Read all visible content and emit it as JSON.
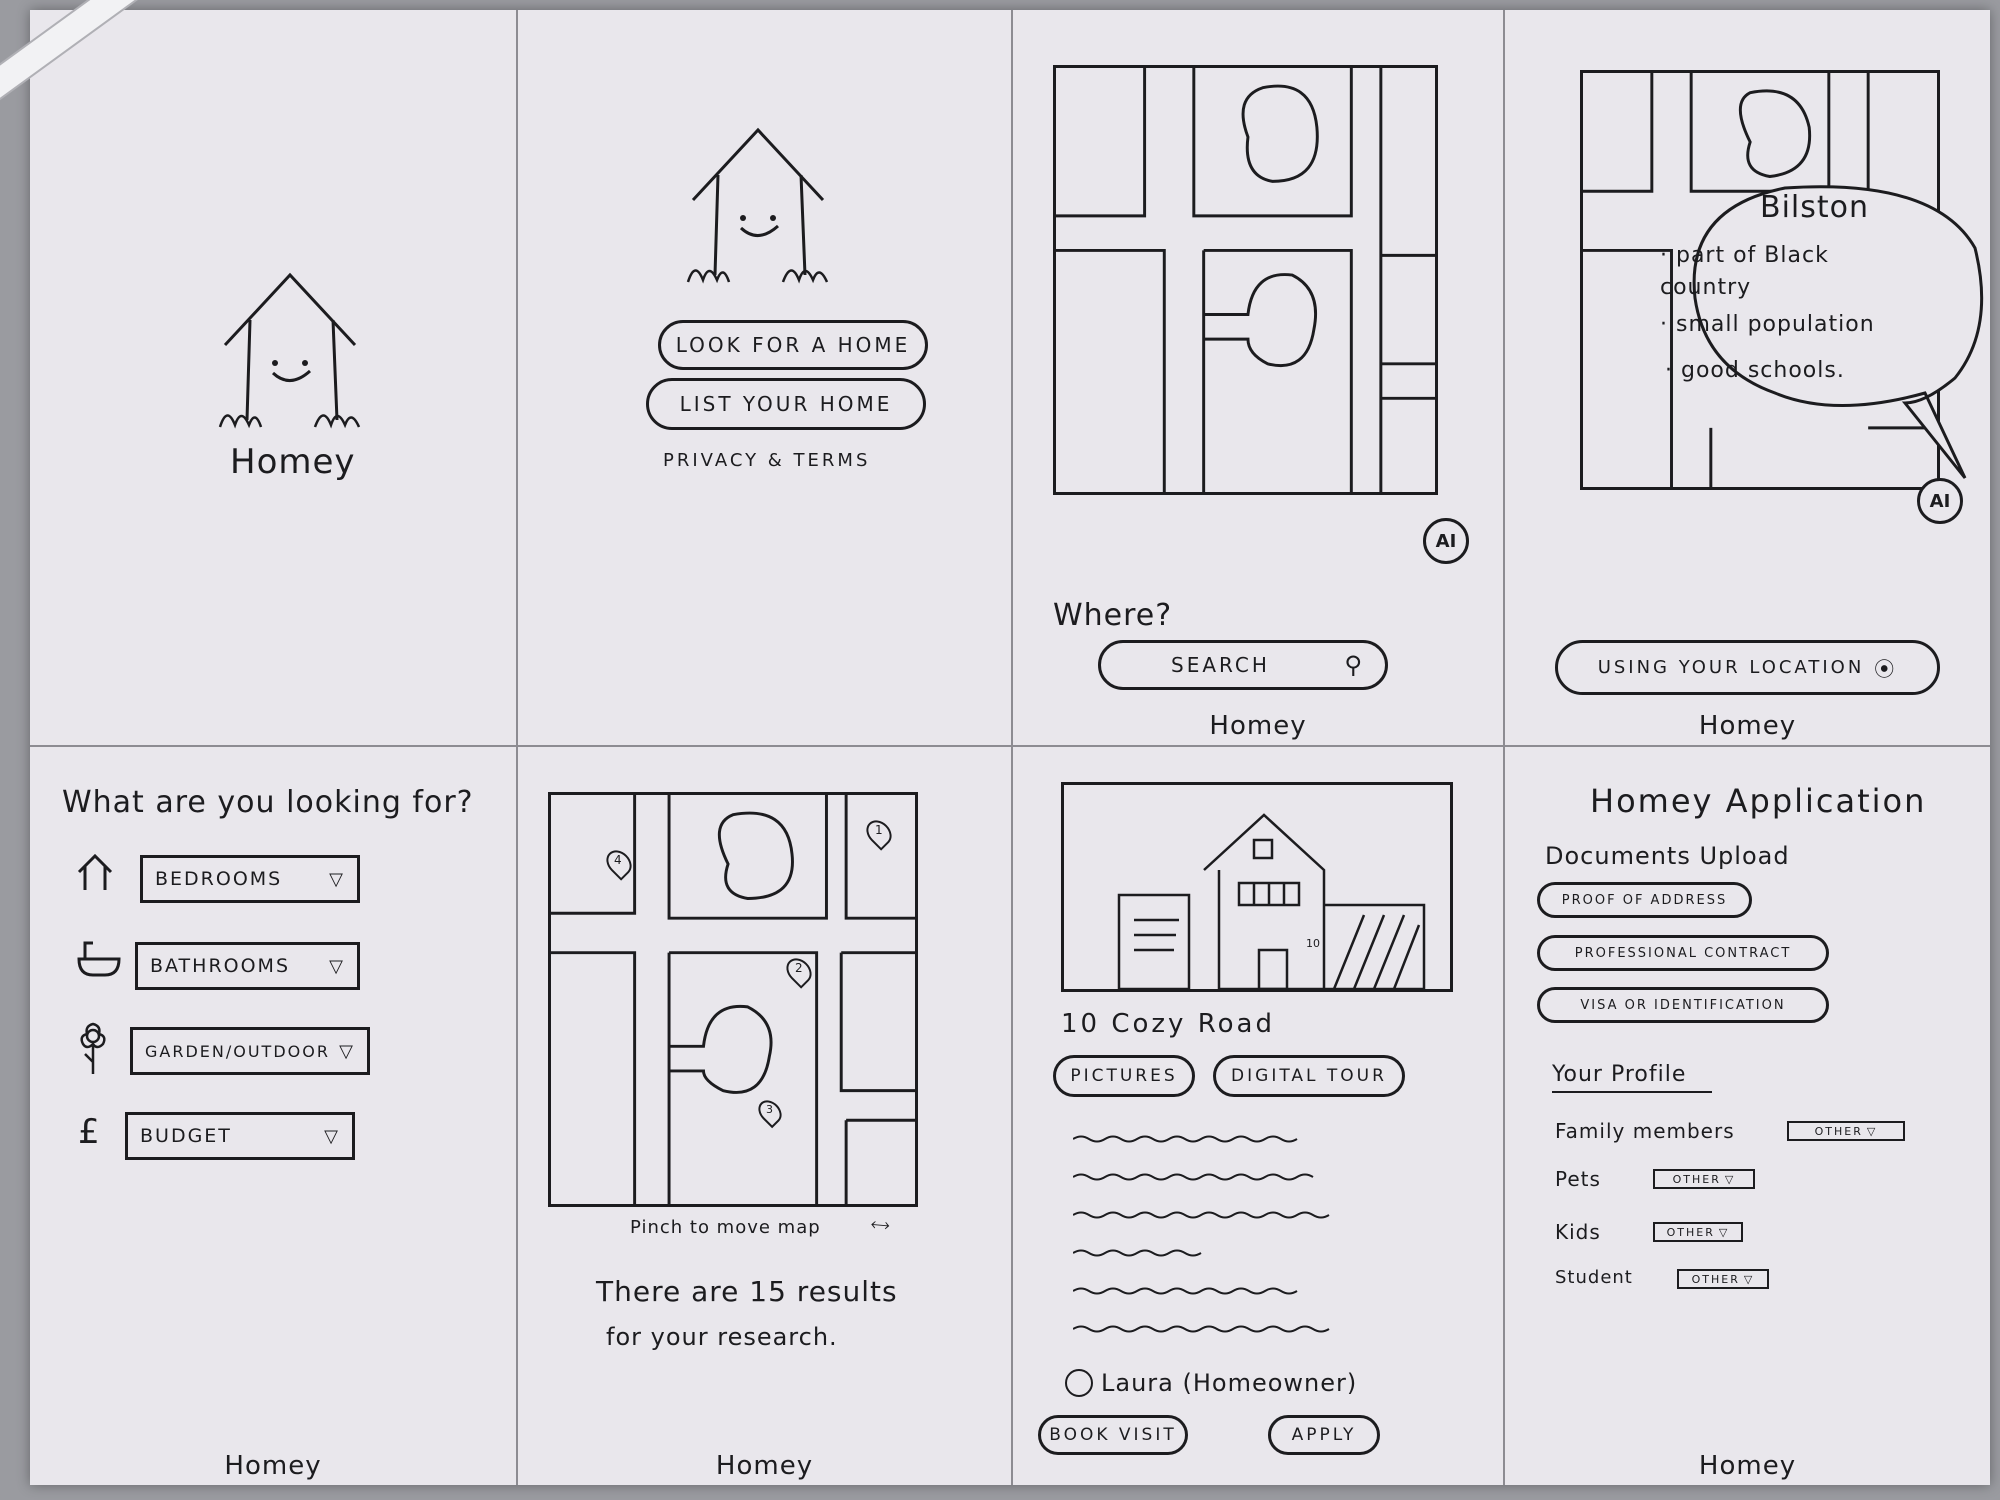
{
  "app_name": "Homey",
  "panels": {
    "splash": {
      "brand": "Homey"
    },
    "welcome": {
      "look_button": "LOOK FOR A HOME",
      "list_button": "LIST YOUR HOME",
      "privacy_link": "PRIVACY & TERMS"
    },
    "search_map": {
      "ai_label": "AI",
      "where_label": "Where?",
      "search_placeholder": "SEARCH",
      "footer": "Homey"
    },
    "location_map": {
      "ai_label": "AI",
      "bubble_title": "Bilston",
      "bubble_points": [
        "· part of Black country",
        "· small population",
        "· good schools."
      ],
      "location_button": "USING YOUR LOCATION",
      "footer": "Homey"
    },
    "filters": {
      "question": "What are you looking for?",
      "options": [
        {
          "label": "BEDROOMS",
          "icon": "house-icon"
        },
        {
          "label": "BATHROOMS",
          "icon": "bathtub-icon"
        },
        {
          "label": "GARDEN/OUTDOOR",
          "icon": "flower-icon"
        },
        {
          "label": "BUDGET",
          "icon": "pound-icon"
        }
      ],
      "pound_symbol": "£",
      "footer": "Homey"
    },
    "results_map": {
      "pinch_hint": "Pinch to move map",
      "results_text_1": "There are 15 results",
      "results_text_2": "for your research.",
      "pins": [
        "4",
        "1",
        "2",
        "3"
      ],
      "footer": "Homey"
    },
    "listing": {
      "house_number": "10",
      "address": "10 Cozy Road",
      "pictures_button": "PICTURES",
      "tour_button": "DIGITAL TOUR",
      "owner": "Laura (Homeowner)",
      "book_button": "BOOK VISIT",
      "apply_button": "APPLY"
    },
    "application": {
      "title": "Homey Application",
      "documents_heading": "Documents Upload",
      "documents": [
        "PROOF OF ADDRESS",
        "PROFESSIONAL CONTRACT",
        "VISA OR IDENTIFICATION"
      ],
      "profile_heading": "Your Profile",
      "profile_fields": [
        {
          "label": "Family members",
          "value": "OTHER"
        },
        {
          "label": "Pets",
          "value": "OTHER"
        },
        {
          "label": "Kids",
          "value": "OTHER"
        },
        {
          "label": "Student",
          "value": "OTHER"
        }
      ],
      "footer": "Homey"
    }
  },
  "bottom_footers": [
    "Homey",
    "Homey"
  ],
  "colors": {
    "paper": "#e9e7ec",
    "ink": "#1c1c1f",
    "background": "#9a9ba0"
  }
}
